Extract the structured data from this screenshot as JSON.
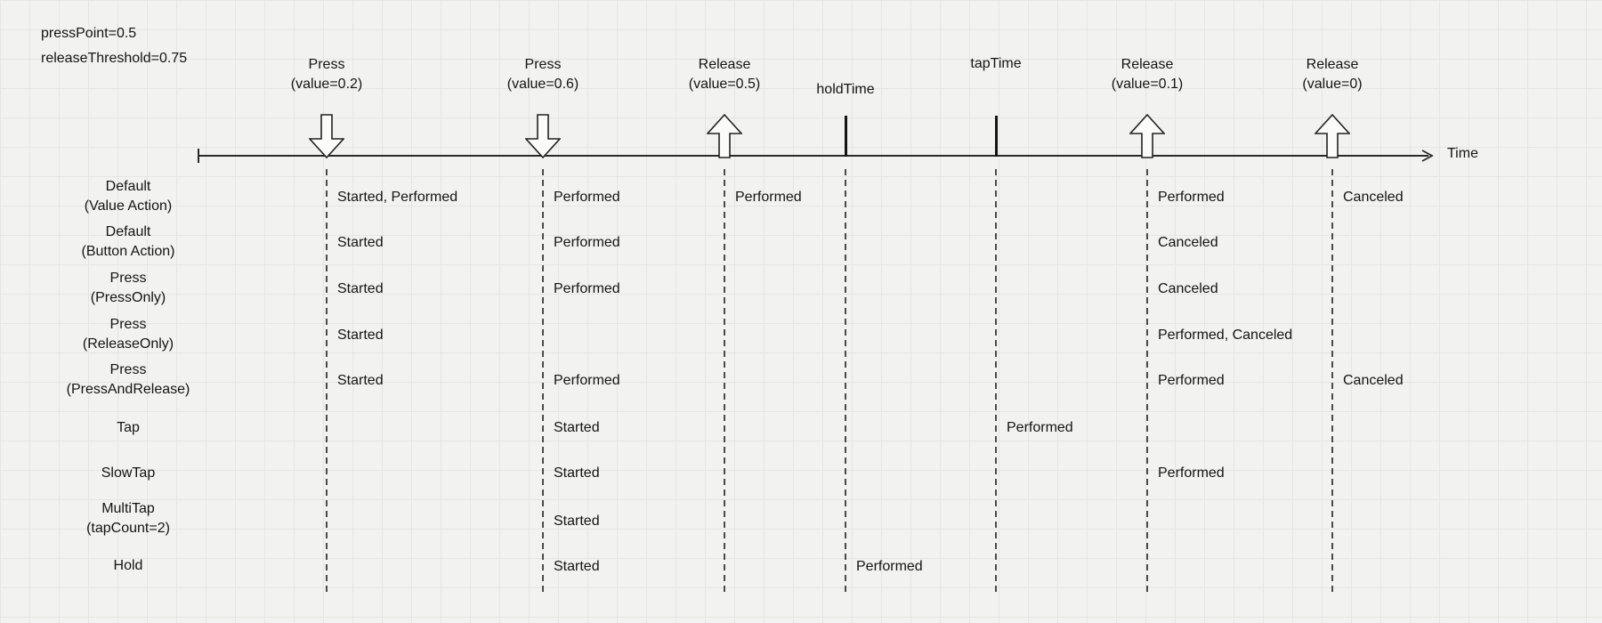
{
  "params": {
    "press_point": "pressPoint=0.5",
    "release_threshold": "releaseThreshold=0.75"
  },
  "timeline": {
    "axis_label": "Time"
  },
  "events": [
    {
      "title": "Press",
      "subtitle": "(value=0.2)",
      "marker": "down-arrow"
    },
    {
      "title": "Press",
      "subtitle": "(value=0.6)",
      "marker": "down-arrow"
    },
    {
      "title": "Release",
      "subtitle": "(value=0.5)",
      "marker": "up-arrow"
    },
    {
      "title": "holdTime",
      "subtitle": "",
      "marker": "tick"
    },
    {
      "title": "tapTime",
      "subtitle": "",
      "marker": "tick"
    },
    {
      "title": "Release",
      "subtitle": "(value=0.1)",
      "marker": "up-arrow"
    },
    {
      "title": "Release",
      "subtitle": "(value=0)",
      "marker": "up-arrow"
    }
  ],
  "rows": [
    {
      "title": "Default",
      "subtitle": "(Value Action)",
      "annotations": [
        {
          "event": "press-0.2",
          "text": "Started, Performed"
        },
        {
          "event": "press-0.6",
          "text": "Performed"
        },
        {
          "event": "release-0.5",
          "text": "Performed"
        },
        {
          "event": "release-0.1",
          "text": "Performed"
        },
        {
          "event": "release-0",
          "text": "Canceled"
        }
      ]
    },
    {
      "title": "Default",
      "subtitle": "(Button Action)",
      "annotations": [
        {
          "event": "press-0.2",
          "text": "Started"
        },
        {
          "event": "press-0.6",
          "text": "Performed"
        },
        {
          "event": "release-0.1",
          "text": "Canceled"
        }
      ]
    },
    {
      "title": "Press",
      "subtitle": "(PressOnly)",
      "annotations": [
        {
          "event": "press-0.2",
          "text": "Started"
        },
        {
          "event": "press-0.6",
          "text": "Performed"
        },
        {
          "event": "release-0.1",
          "text": "Canceled"
        }
      ]
    },
    {
      "title": "Press",
      "subtitle": "(ReleaseOnly)",
      "annotations": [
        {
          "event": "press-0.2",
          "text": "Started"
        },
        {
          "event": "release-0.1",
          "text": "Performed, Canceled"
        }
      ]
    },
    {
      "title": "Press",
      "subtitle": "(PressAndRelease)",
      "annotations": [
        {
          "event": "press-0.2",
          "text": "Started"
        },
        {
          "event": "press-0.6",
          "text": "Performed"
        },
        {
          "event": "release-0.1",
          "text": "Performed"
        },
        {
          "event": "release-0",
          "text": "Canceled"
        }
      ]
    },
    {
      "title": "Tap",
      "subtitle": "",
      "annotations": [
        {
          "event": "press-0.6",
          "text": "Started"
        },
        {
          "event": "tapTime",
          "text": "Performed"
        }
      ]
    },
    {
      "title": "SlowTap",
      "subtitle": "",
      "annotations": [
        {
          "event": "press-0.6",
          "text": "Started"
        },
        {
          "event": "release-0.1",
          "text": "Performed"
        }
      ]
    },
    {
      "title": "MultiTap",
      "subtitle": "(tapCount=2)",
      "annotations": [
        {
          "event": "press-0.6",
          "text": "Started"
        }
      ]
    },
    {
      "title": "Hold",
      "subtitle": "",
      "annotations": [
        {
          "event": "press-0.6",
          "text": "Started"
        },
        {
          "event": "holdTime",
          "text": "Performed"
        }
      ]
    }
  ]
}
